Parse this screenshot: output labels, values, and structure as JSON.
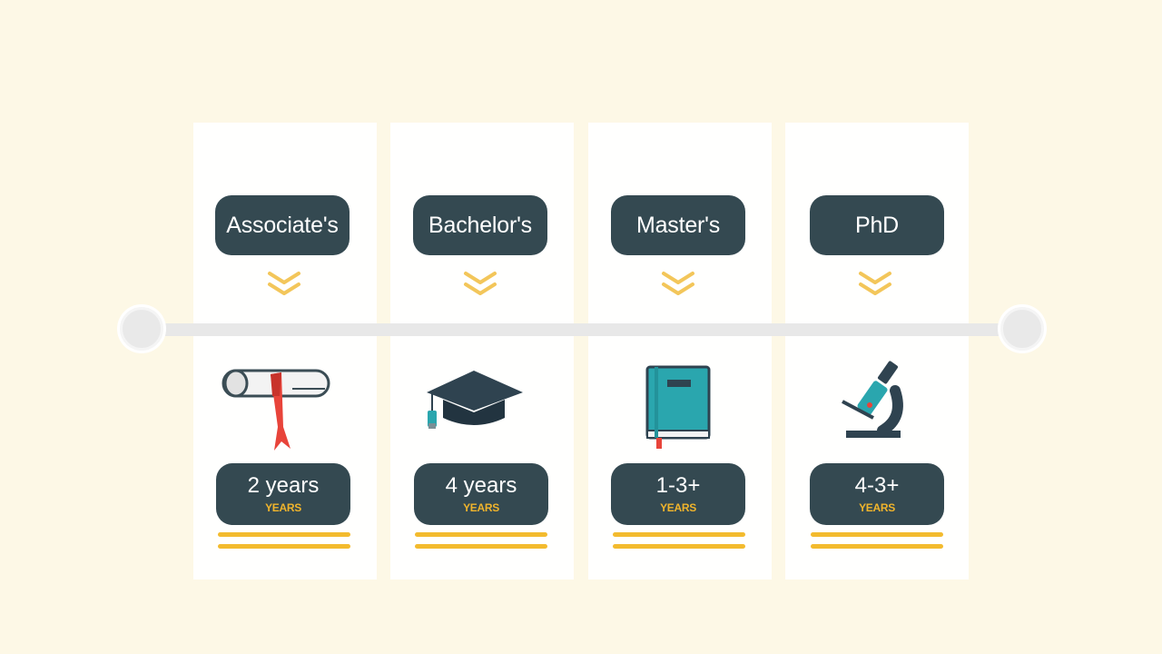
{
  "colors": {
    "background": "#fdf8e6",
    "pill": "#344951",
    "accent_yellow": "#f3bb2e",
    "teal": "#2aa6ae",
    "red": "#e8443a"
  },
  "stages": [
    {
      "title": "Associate's",
      "duration": "2 years",
      "unit": "YEARS",
      "icon": "diploma-scroll-icon"
    },
    {
      "title": "Bachelor's",
      "duration": "4 years",
      "unit": "YEARS",
      "icon": "graduation-cap-icon"
    },
    {
      "title": "Master's",
      "duration": "1-3+",
      "unit": "YEARS",
      "icon": "book-icon"
    },
    {
      "title": "PhD",
      "duration": "4-3+",
      "unit": "YEARS",
      "icon": "microscope-icon"
    }
  ]
}
